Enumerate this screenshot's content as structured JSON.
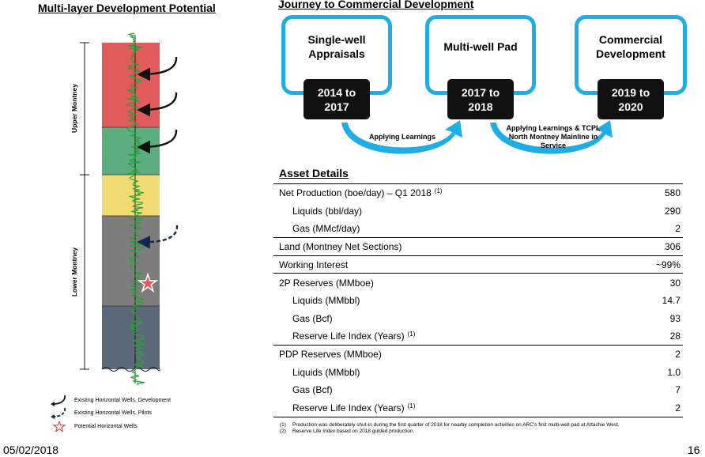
{
  "left": {
    "title": "Multi-layer Development Potential",
    "upper_label": "Upper Montney",
    "lower_label": "Lower Montney",
    "legend": [
      {
        "icon": "solid-arrow-icon",
        "label": "Existing Horizontal Wells, Development"
      },
      {
        "icon": "dashed-arrow-icon",
        "label": "Existing Horizontal Wells, Pilots"
      },
      {
        "icon": "star-icon",
        "label": "Potential Horizontal Wells"
      }
    ],
    "colors": {
      "red": "#e05b5b",
      "green": "#5cae80",
      "yellow": "#f0dc72",
      "gray": "#7d7d7d",
      "slate": "#5a6878",
      "log": "#2f9e3a"
    }
  },
  "journey": {
    "title": "Journey to Commercial Development",
    "stages": [
      {
        "name": "Single-well Appraisals",
        "years": "2014 to 2017"
      },
      {
        "name": "Multi-well Pad",
        "years": "2017 to 2018"
      },
      {
        "name": "Commercial Development",
        "years": "2019 to 2020"
      }
    ],
    "learnings": [
      "Applying Learnings",
      "Applying Learnings & TCPL North Montney Mainline in Service"
    ],
    "accent": "#1eaee6"
  },
  "assets": {
    "title": "Asset Details",
    "rows": [
      {
        "label": "Net Production (boe/day) – Q1 2018",
        "note": "(1)",
        "value": "580",
        "sub": false,
        "group_start": false
      },
      {
        "label": "Liquids (bbl/day)",
        "note": "",
        "value": "290",
        "sub": true,
        "group_start": false
      },
      {
        "label": "Gas (MMcf/day)",
        "note": "",
        "value": "2",
        "sub": true,
        "group_start": false
      },
      {
        "label": "Land (Montney Net Sections)",
        "note": "",
        "value": "306",
        "sub": false,
        "group_start": true
      },
      {
        "label": "Working Interest",
        "note": "",
        "value": "~99%",
        "sub": false,
        "group_start": true
      },
      {
        "label": "2P Reserves (MMboe)",
        "note": "",
        "value": "30",
        "sub": false,
        "group_start": true
      },
      {
        "label": "Liquids (MMbbl)",
        "note": "",
        "value": "14.7",
        "sub": true,
        "group_start": false
      },
      {
        "label": "Gas (Bcf)",
        "note": "",
        "value": "93",
        "sub": true,
        "group_start": false
      },
      {
        "label": "Reserve Life Index (Years)",
        "note": "(1)",
        "value": "28",
        "sub": true,
        "group_start": false
      },
      {
        "label": "PDP Reserves (MMboe)",
        "note": "",
        "value": "2",
        "sub": false,
        "group_start": true
      },
      {
        "label": "Liquids (MMbbl)",
        "note": "",
        "value": "1.0",
        "sub": true,
        "group_start": false
      },
      {
        "label": "Gas (Bcf)",
        "note": "",
        "value": "7",
        "sub": true,
        "group_start": false
      },
      {
        "label": "Reserve Life Index (Years)",
        "note": "(1)",
        "value": "2",
        "sub": true,
        "group_start": false
      }
    ]
  },
  "notes": [
    {
      "num": "(1)",
      "text": "Production was deliberately shut-in during the first quarter of 2018 for nearby completion activities on ARC's first multi-well pad at Attachie West."
    },
    {
      "num": "(2)",
      "text": "Reserve Life Index based on 2018 guided production."
    }
  ],
  "footer": {
    "date": "05/02/2018",
    "page": "16"
  }
}
